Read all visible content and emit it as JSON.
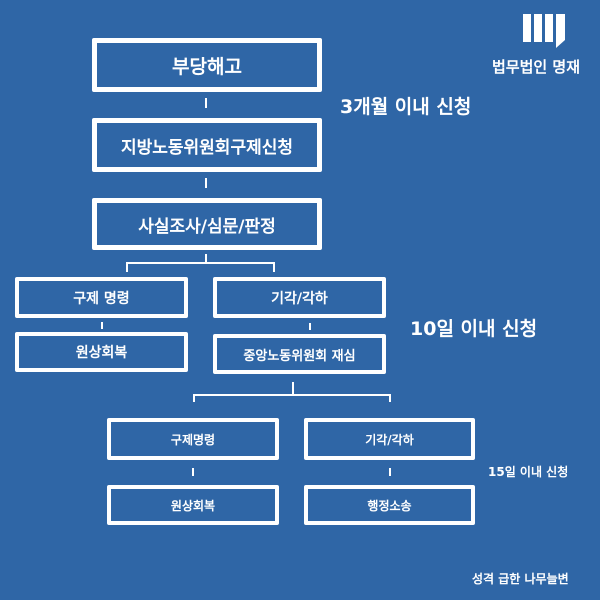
{
  "brand": {
    "name": "법무법인 명재",
    "logo_icon": "law-firm-logo"
  },
  "boxes": {
    "dismissal": "부당해고",
    "regional_relief": "지방노동위원회구제신청",
    "investigation": "사실조사/심문/판정",
    "relief_order_1": "구제 명령",
    "dismissed_1": "기각/각하",
    "restoration_1": "원상회복",
    "central_review": "중앙노동위원회 재심",
    "relief_order_2": "구제명령",
    "dismissed_2": "기각/각하",
    "restoration_2": "원상회복",
    "admin_suit": "행정소송"
  },
  "deadlines": {
    "three_months": "3개월 이내 신청",
    "ten_days": "10일 이내 신청",
    "fifteen_days": "15일 이내 신청"
  },
  "footer": "성격 급한 나무늘변"
}
